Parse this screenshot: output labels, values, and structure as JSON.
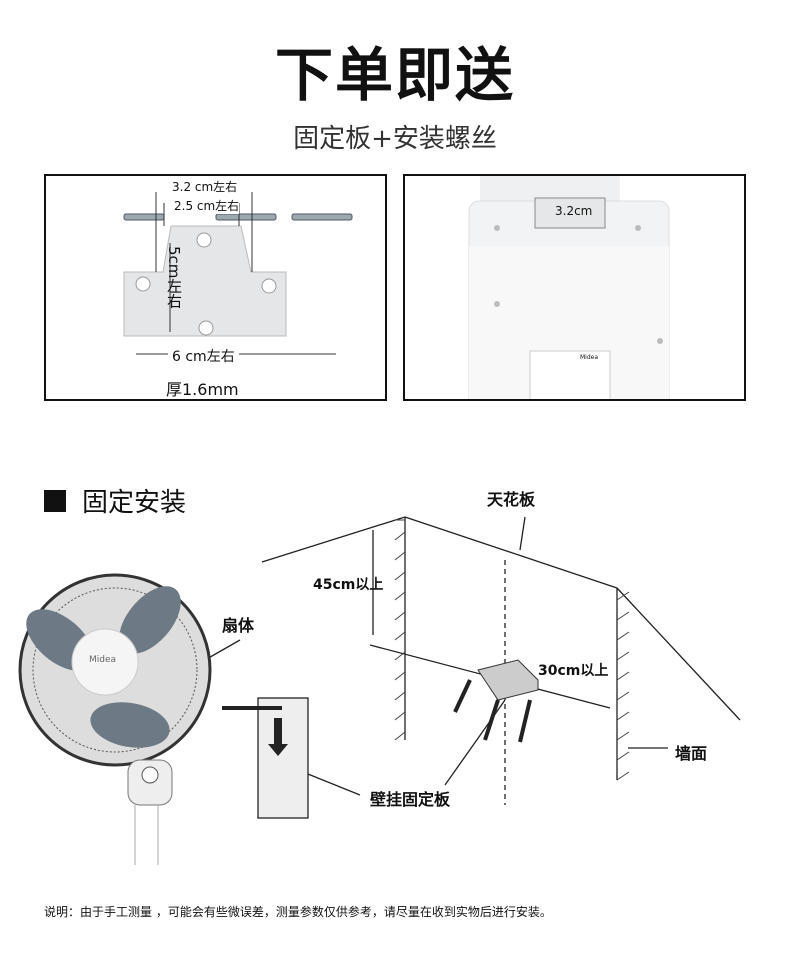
{
  "header": {
    "title": "下单即送",
    "subtitle": "固定板+安装螺丝"
  },
  "bracket_panel": {
    "dim_top": "3.2 cm左右",
    "dim_inner": "2.5 cm左右",
    "dim_height": "5cm左右",
    "dim_width": "6 cm左右",
    "thickness": "厚1.6mm"
  },
  "fan_back_panel": {
    "slot_width": "3.2cm",
    "brand": "Midea"
  },
  "install": {
    "section_title": "固定安装",
    "ceiling": "天花板",
    "min_ceiling": "45cm以上",
    "min_side": "30cm以上",
    "fan_body": "扇体",
    "wall": "墙面",
    "bracket": "壁挂固定板"
  },
  "note": "说明：由于手工测量 ，可能会有些微误差，测量参数仅供参考，请尽量在收到实物后进行安装。"
}
